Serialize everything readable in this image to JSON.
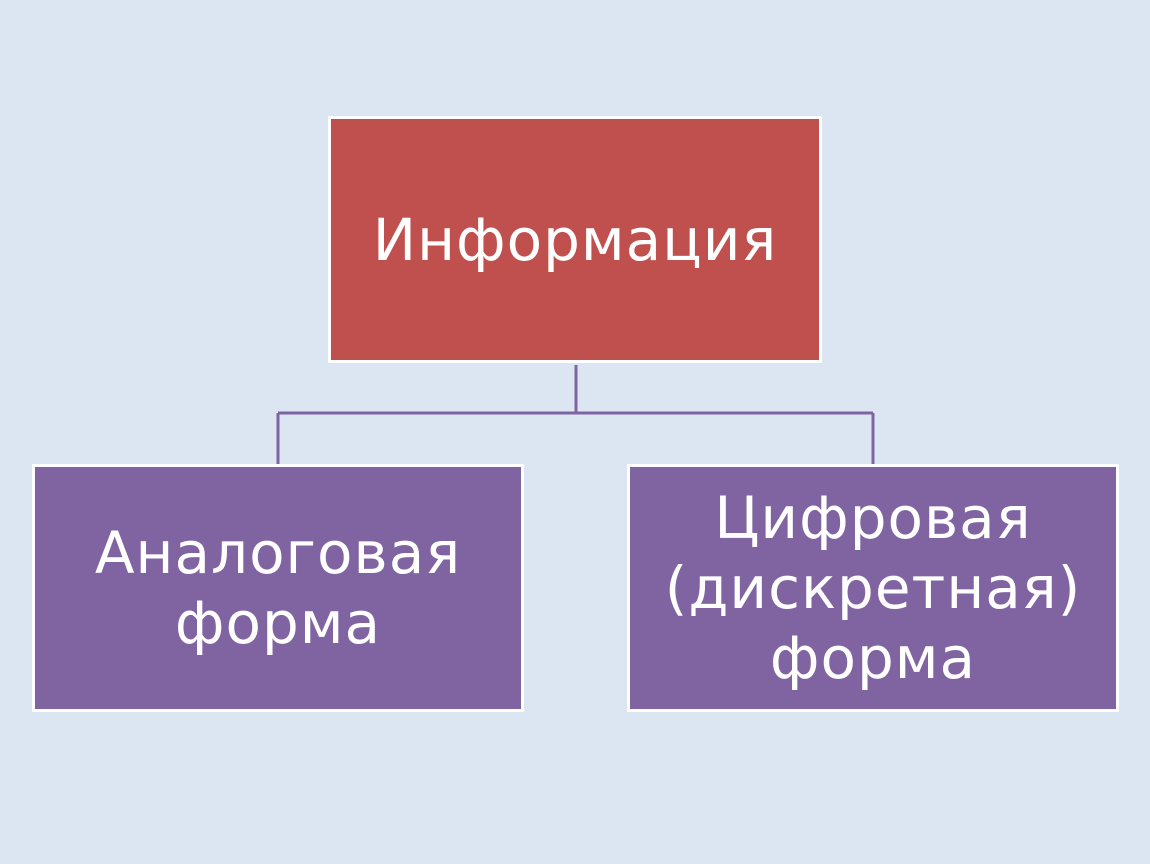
{
  "diagram": {
    "root": {
      "label": "Информация"
    },
    "children": [
      {
        "label": "Аналоговая форма"
      },
      {
        "label": "Цифровая (дискретная) форма"
      }
    ]
  },
  "colors": {
    "background": "#dce6f2",
    "root_fill": "#c0504d",
    "child_fill": "#8064a2",
    "connector": "#8064a2",
    "border": "#ffffff",
    "text": "#ffffff"
  }
}
